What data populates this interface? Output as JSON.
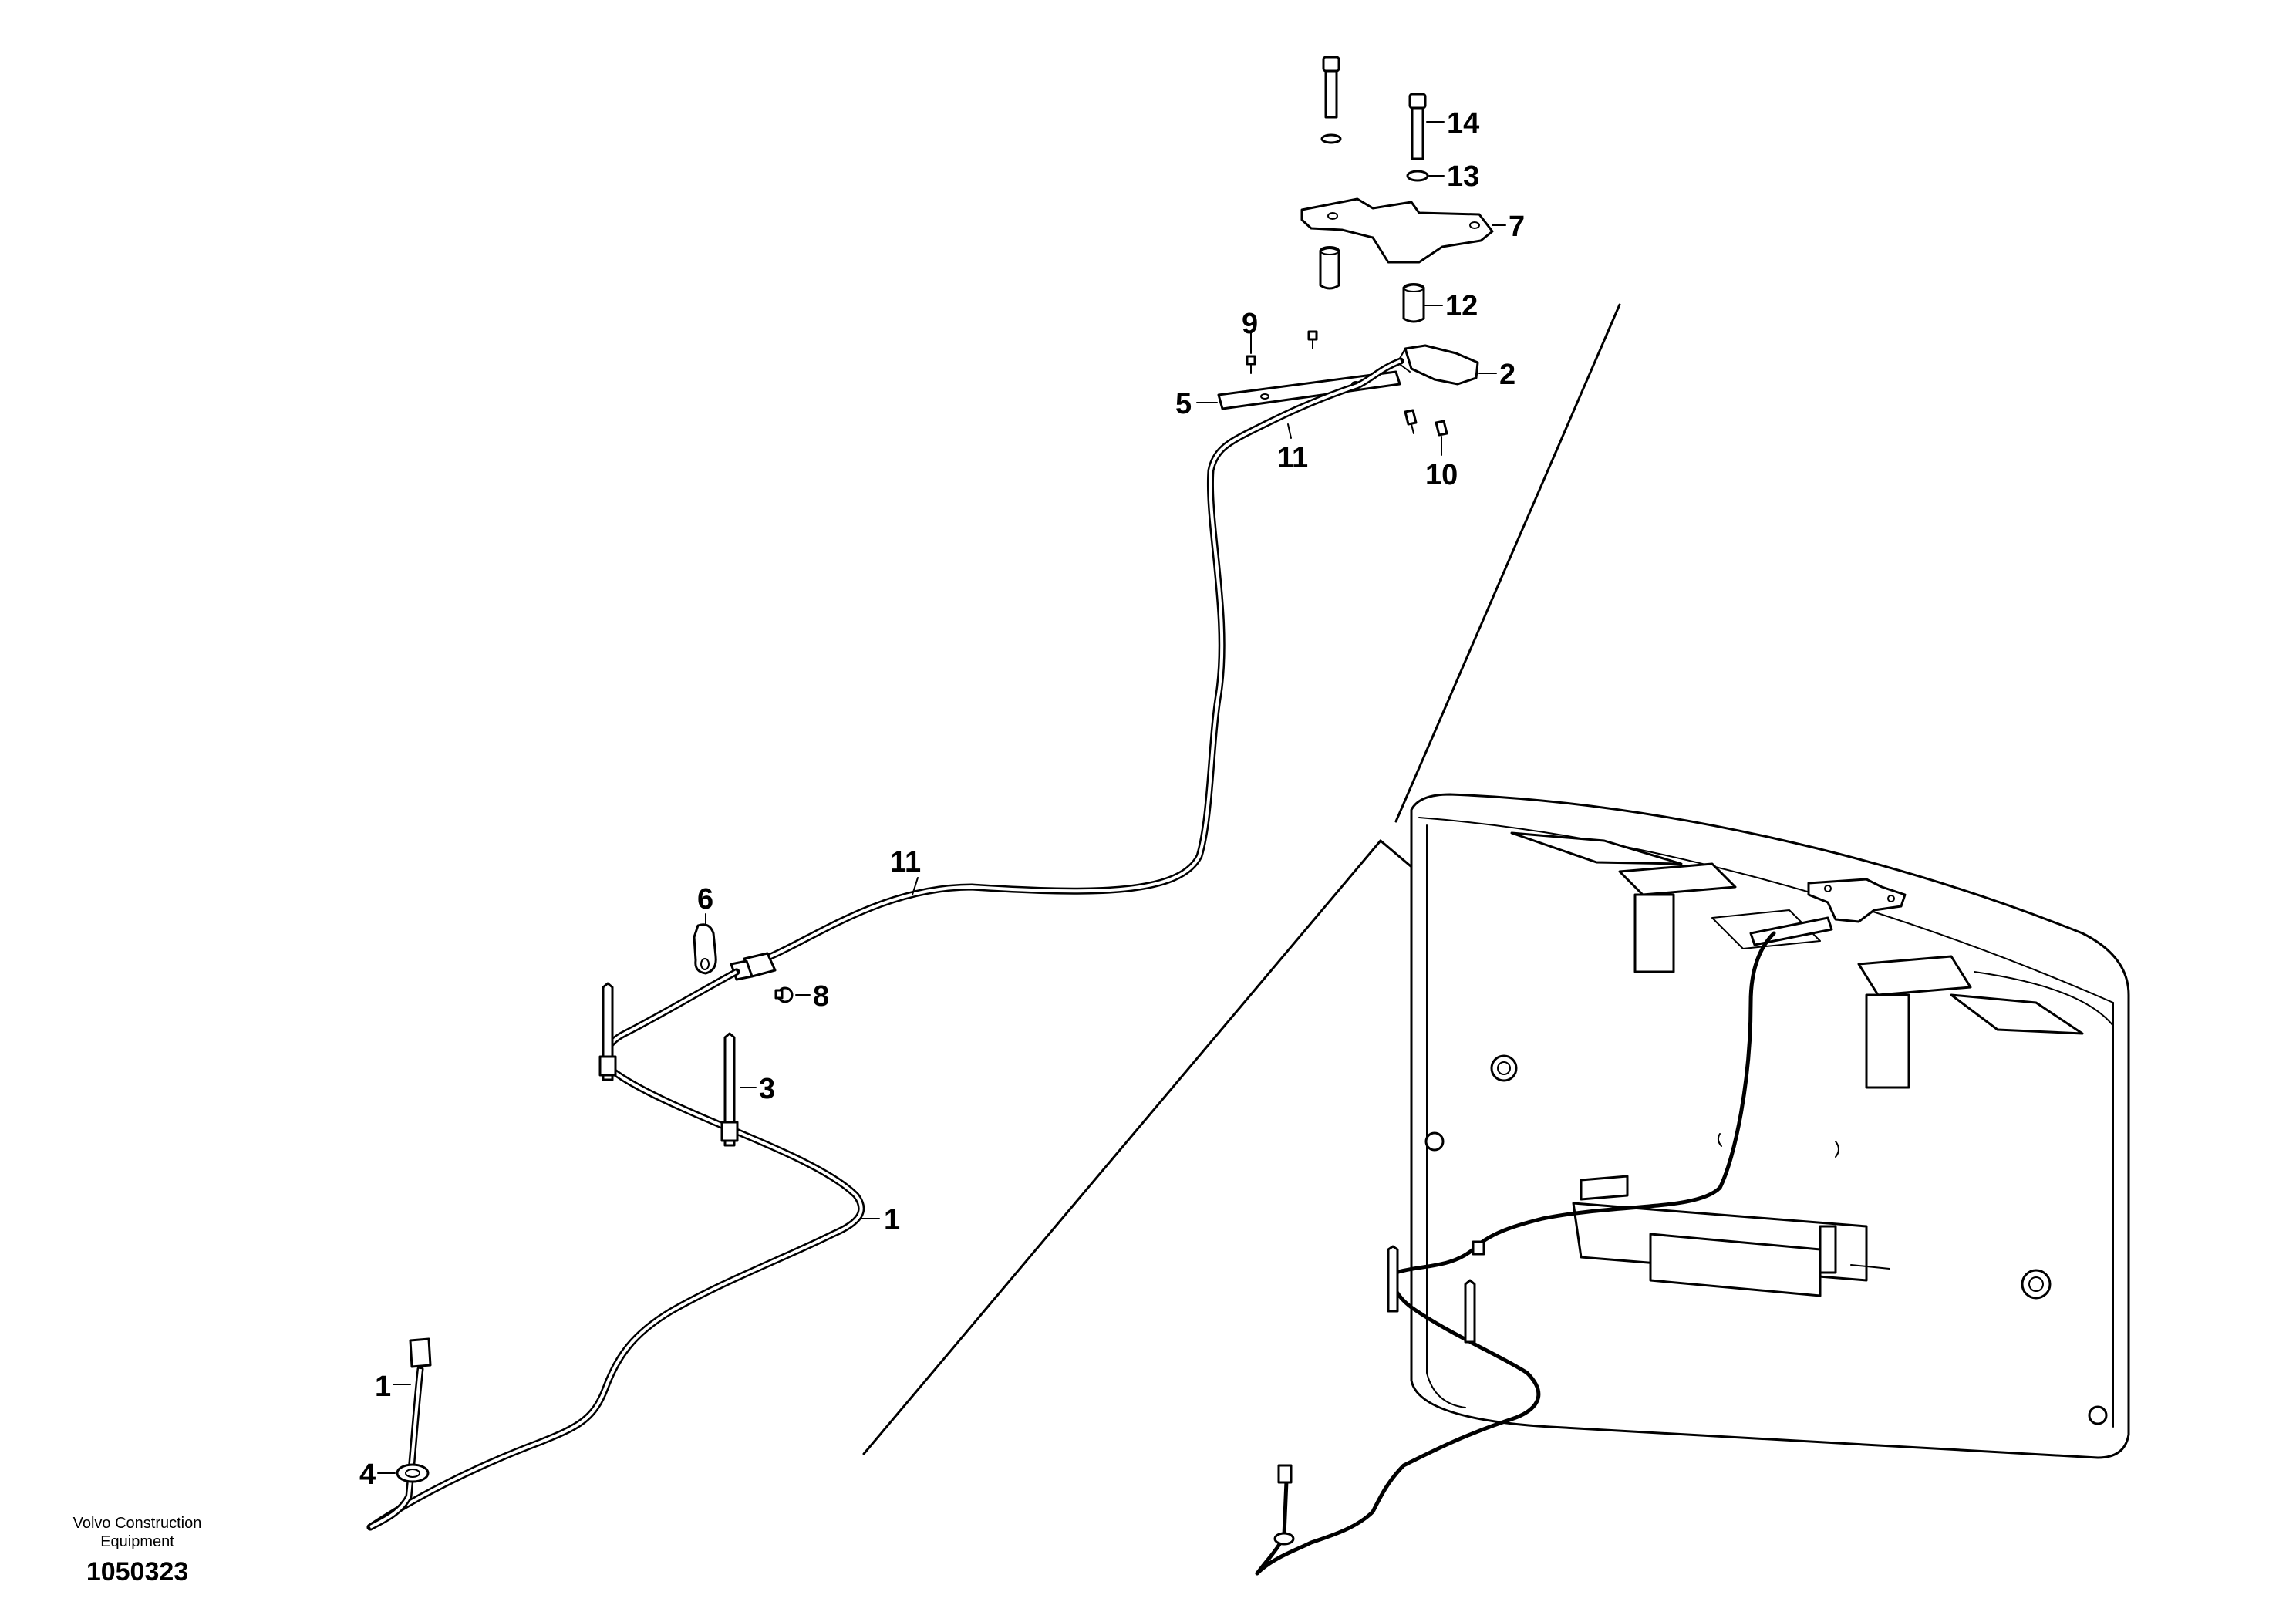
{
  "diagram": {
    "brand_line1": "Volvo Construction",
    "brand_line2": "Equipment",
    "figure_number": "1050323",
    "callouts": [
      {
        "id": "14",
        "text": "14"
      },
      {
        "id": "13",
        "text": "13"
      },
      {
        "id": "7",
        "text": "7"
      },
      {
        "id": "12",
        "text": "12"
      },
      {
        "id": "9",
        "text": "9"
      },
      {
        "id": "2",
        "text": "2"
      },
      {
        "id": "5",
        "text": "5"
      },
      {
        "id": "11a",
        "text": "11"
      },
      {
        "id": "10",
        "text": "10"
      },
      {
        "id": "11b",
        "text": "11"
      },
      {
        "id": "6",
        "text": "6"
      },
      {
        "id": "8",
        "text": "8"
      },
      {
        "id": "3",
        "text": "3"
      },
      {
        "id": "1a",
        "text": "1"
      },
      {
        "id": "1b",
        "text": "1"
      },
      {
        "id": "4",
        "text": "4"
      }
    ]
  }
}
